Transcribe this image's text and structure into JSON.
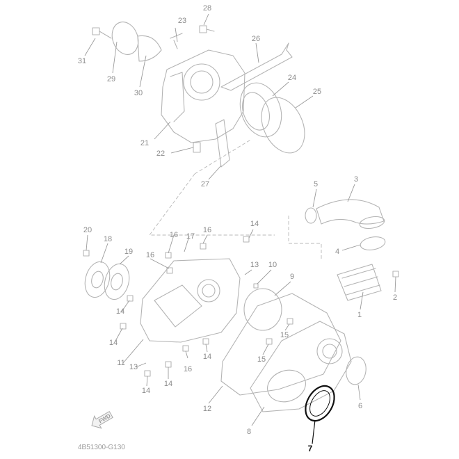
{
  "callouts": [
    {
      "id": "1",
      "label": "1"
    },
    {
      "id": "2",
      "label": "2"
    },
    {
      "id": "3",
      "label": "3"
    },
    {
      "id": "4",
      "label": "4"
    },
    {
      "id": "5",
      "label": "5"
    },
    {
      "id": "6",
      "label": "6"
    },
    {
      "id": "7",
      "label": "7",
      "highlighted": true
    },
    {
      "id": "8",
      "label": "8"
    },
    {
      "id": "9",
      "label": "9"
    },
    {
      "id": "10",
      "label": "10"
    },
    {
      "id": "11",
      "label": "11"
    },
    {
      "id": "12",
      "label": "12"
    },
    {
      "id": "13a",
      "label": "13"
    },
    {
      "id": "13b",
      "label": "13"
    },
    {
      "id": "14a",
      "label": "14"
    },
    {
      "id": "14b",
      "label": "14"
    },
    {
      "id": "14c",
      "label": "14"
    },
    {
      "id": "14d",
      "label": "14"
    },
    {
      "id": "14e",
      "label": "14"
    },
    {
      "id": "14f",
      "label": "14"
    },
    {
      "id": "15a",
      "label": "15"
    },
    {
      "id": "15b",
      "label": "15"
    },
    {
      "id": "16a",
      "label": "16"
    },
    {
      "id": "16b",
      "label": "16"
    },
    {
      "id": "16c",
      "label": "16"
    },
    {
      "id": "16d",
      "label": "16"
    },
    {
      "id": "17",
      "label": "17"
    },
    {
      "id": "18",
      "label": "18"
    },
    {
      "id": "19",
      "label": "19"
    },
    {
      "id": "20",
      "label": "20"
    },
    {
      "id": "21",
      "label": "21"
    },
    {
      "id": "22",
      "label": "22"
    },
    {
      "id": "23",
      "label": "23"
    },
    {
      "id": "24",
      "label": "24"
    },
    {
      "id": "25",
      "label": "25"
    },
    {
      "id": "26",
      "label": "26"
    },
    {
      "id": "27",
      "label": "27"
    },
    {
      "id": "28",
      "label": "28"
    },
    {
      "id": "29",
      "label": "29"
    },
    {
      "id": "30",
      "label": "30"
    },
    {
      "id": "31",
      "label": "31"
    }
  ],
  "diagram_code": "4B51300-G130",
  "fwd_label": "FWD",
  "colors": {
    "line": "#b4b4b4",
    "highlight": "#111111",
    "label": "#8c8c8c"
  }
}
